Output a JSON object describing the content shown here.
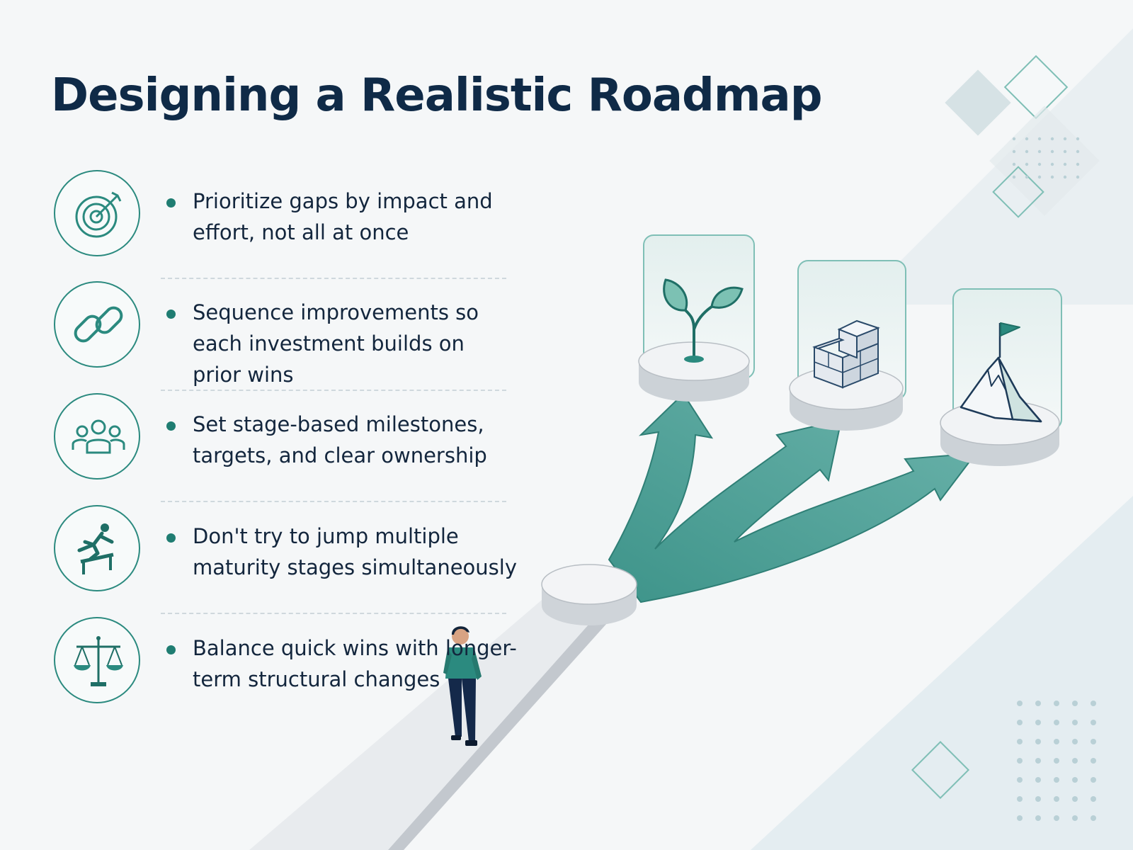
{
  "title": "Designing a Realistic Roadmap",
  "items": [
    {
      "text": "Prioritize gaps by impact and effort, not all at once",
      "icon": "target-icon"
    },
    {
      "text": "Sequence improvements so each investment builds on prior wins",
      "icon": "chain-link-icon"
    },
    {
      "text": "Set stage-based milestones, targets, and clear ownership",
      "icon": "team-icon"
    },
    {
      "text": "Don't try to jump multiple maturity stages simultaneously",
      "icon": "hurdle-runner-icon"
    },
    {
      "text": "Balance quick wins with longer-term structural changes",
      "icon": "balance-scale-icon"
    }
  ],
  "illustration": {
    "stages": [
      "sprout-icon",
      "brick-wall-icon",
      "mountain-flag-icon"
    ]
  },
  "colors": {
    "accent": "#2b8a7f",
    "arrow": "#5aa8a0",
    "title": "#0f2a47",
    "text": "#13263d"
  }
}
